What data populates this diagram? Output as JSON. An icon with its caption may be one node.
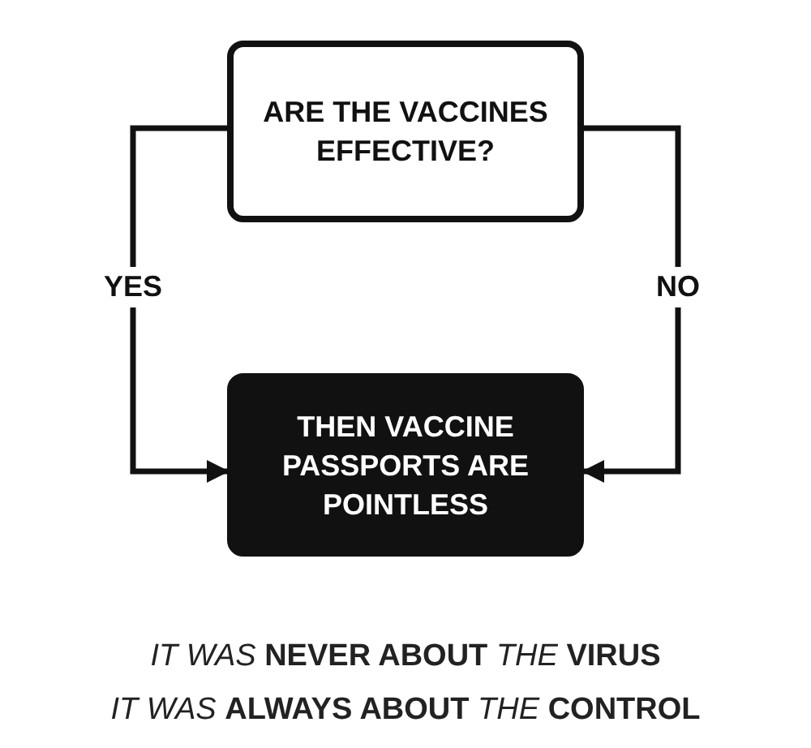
{
  "diagram": {
    "nodes": [
      {
        "text": [
          "ARE THE VACCINES EFFECTIVE?"
        ]
      },
      {
        "text": [
          "THEN VACCINE PASSPORTS ARE POINTLESS"
        ]
      }
    ],
    "edges": [
      {
        "from": 0,
        "to": 1,
        "arrow": "to",
        "label": "YES"
      },
      {
        "from": 0,
        "to": 1,
        "arrow": "to",
        "label": "NO"
      }
    ],
    "labels": [
      "*IT WAS* **NEVER ABOUT** *THE* **VIRUS**",
      "*IT WAS* **ALWAYS ABOUT** *THE* **CONTROL**"
    ]
  }
}
